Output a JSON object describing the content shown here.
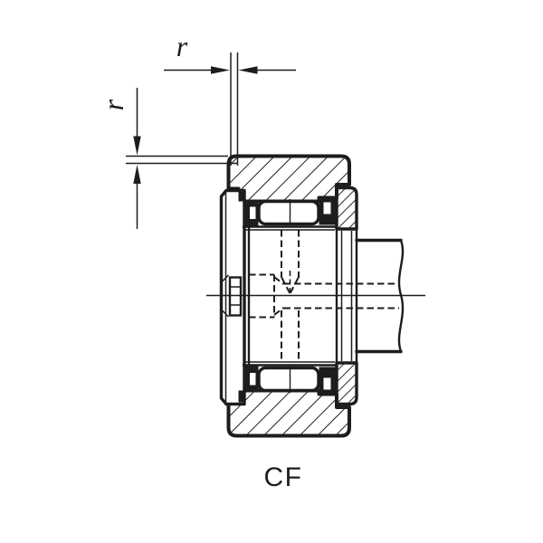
{
  "meta": {
    "description_label": "cam follower bearing cross-section drawing",
    "background": "#ffffff",
    "line_color": "#1d1d1b"
  },
  "labels": {
    "radius_top": "r",
    "radius_left": "r",
    "type": "CF"
  }
}
